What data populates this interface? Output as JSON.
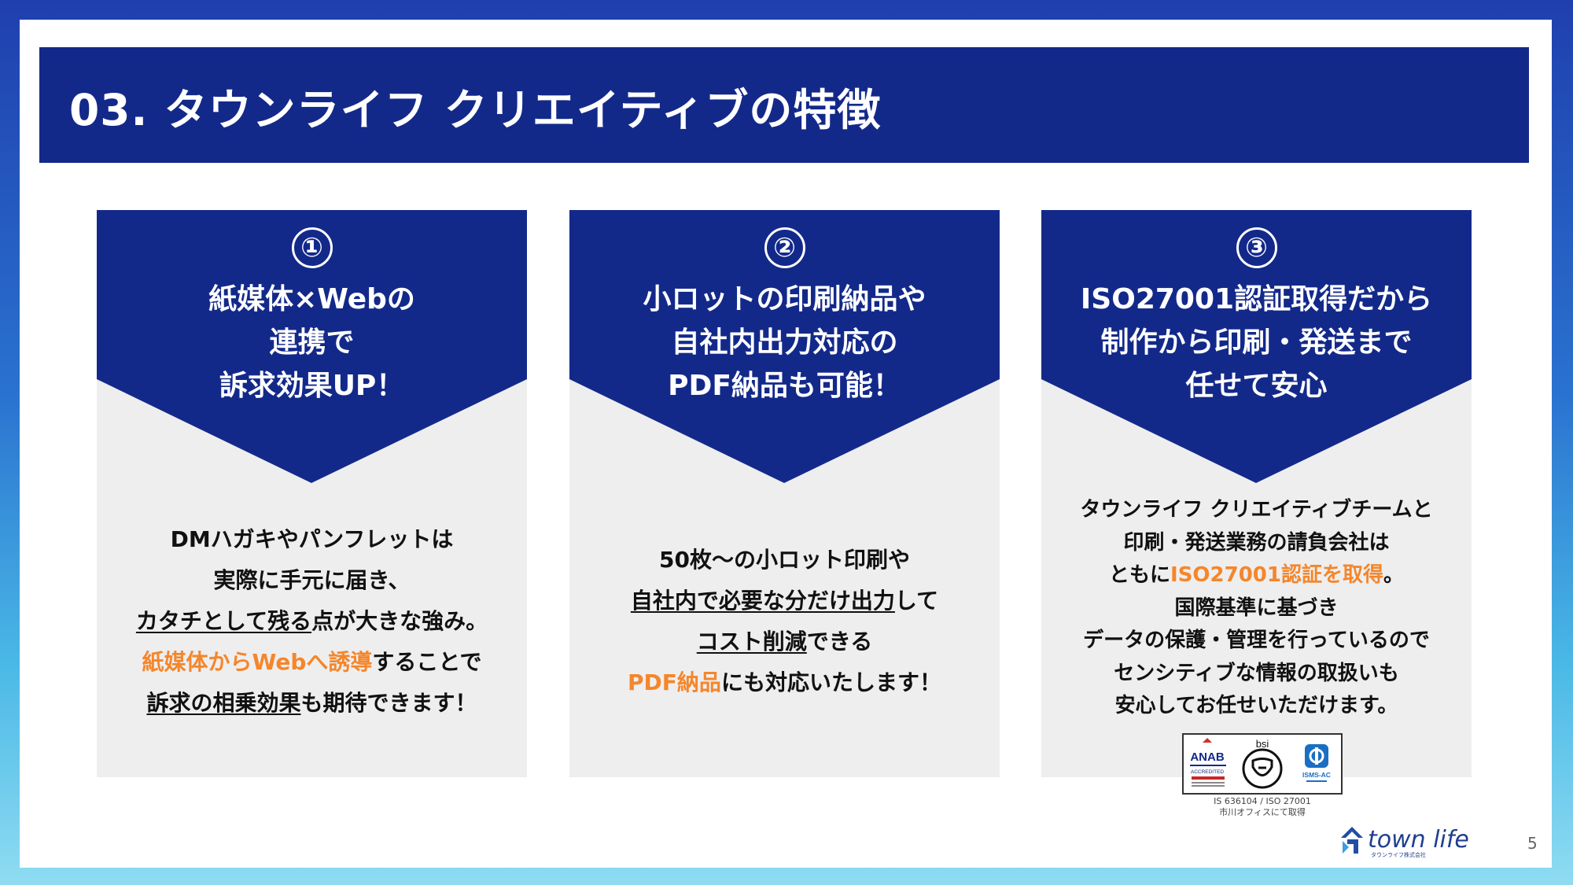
{
  "page": {
    "title": "03. タウンライフ クリエイティブの特徴",
    "page_number": "5"
  },
  "cards": [
    {
      "number": "①",
      "title_lines": [
        "紙媒体×Webの",
        "連携で",
        "訴求効果UP！"
      ],
      "body": {
        "l1": "DMハガキやパンフレットは",
        "l2": "実際に手元に届き、",
        "l3_u": "カタチとして残る",
        "l3_rest": "点が大きな強み。",
        "l4_o": "紙媒体からWebへ誘導",
        "l4_rest": "することで",
        "l5_u": "訴求の相乗効果",
        "l5_rest": "も期待できます！"
      }
    },
    {
      "number": "②",
      "title_lines": [
        "小ロットの印刷納品や",
        "自社内出力対応の",
        "PDF納品も可能！"
      ],
      "body": {
        "l1": "50枚～の小ロット印刷や",
        "l2_u": "自社内で必要な分だけ出力",
        "l2_rest": "して",
        "l3_u": "コスト削減",
        "l3_rest": "できる",
        "l4_o": "PDF納品",
        "l4_rest": "にも対応いたします！"
      }
    },
    {
      "number": "③",
      "title_lines": [
        "ISO27001認証取得だから",
        "制作から印刷・発送まで",
        "任せて安心"
      ],
      "body": {
        "l1": "タウンライフ クリエイティブチームと",
        "l2": "印刷・発送業務の請負会社は",
        "l3_pre": "ともに",
        "l3_o": "ISO27001認証を取得",
        "l3_post": "。",
        "l4": "国際基準に基づき",
        "l5": "データの保護・管理を行っているので",
        "l6": "センシティブな情報の取扱いも",
        "l7": "安心してお任せいただけます。"
      },
      "certs": {
        "anab": "ANAB",
        "anab_sub": "ACCREDITED",
        "bsi": "bsi",
        "isms": "ISMS-AC",
        "caption1": "IS 636104 / ISO 27001",
        "caption2": "市川オフィスにて取得"
      }
    }
  ],
  "logo": {
    "name": "town life",
    "sub": "タウンライフ株式会社"
  },
  "colors": {
    "navy": "#13298a",
    "orange": "#f5862b",
    "card_bg": "#eeeeef"
  }
}
